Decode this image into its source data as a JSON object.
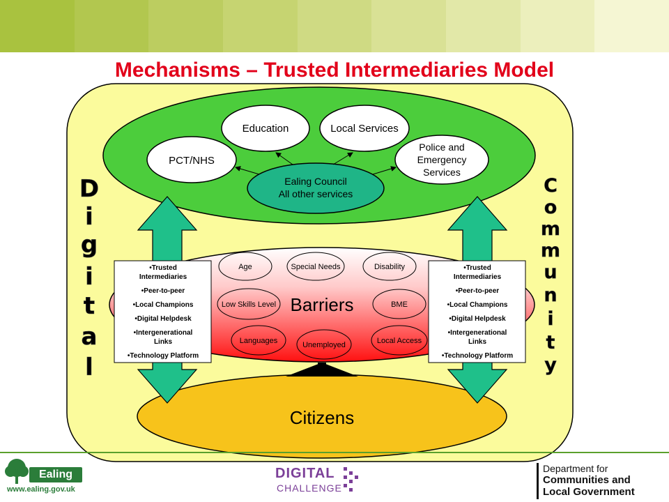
{
  "header": {
    "title": "Mechanisms – Trusted Intermediaries Model",
    "band_colors": [
      "#a9c23f",
      "#b2c74f",
      "#bccd60",
      "#c6d471",
      "#cfda83",
      "#d9e195",
      "#e2e8a8",
      "#ecefbc",
      "#f5f6d3"
    ]
  },
  "diagram": {
    "top_nodes": {
      "pct_nhs": "PCT/NHS",
      "education": "Education",
      "local_services": "Local Services",
      "police": [
        "Police and",
        "Emergency",
        "Services"
      ],
      "council": [
        "Ealing Council",
        "All other services"
      ]
    },
    "barriers": {
      "center_label": "Barriers",
      "items": {
        "age": "Age",
        "special_needs": "Special Needs",
        "disability": "Disability",
        "low_skills": "Low Skills Level",
        "bme": "BME",
        "languages": "Languages",
        "unemployed": "Unemployed",
        "local_access": "Local Access"
      }
    },
    "side_box_items": [
      "•Trusted Intermediaries",
      "•Peer-to-peer",
      "•Local Champions",
      "•Digital Helpdesk",
      "•Intergenerational Links",
      "•Technology Platform"
    ],
    "left_vertical_word": [
      "D",
      "i",
      "g",
      "i",
      "t",
      "a",
      "l"
    ],
    "right_vertical_word": [
      "C",
      "o",
      "m",
      "m",
      "u",
      "n",
      "i",
      "t",
      "y"
    ],
    "citizens": "Citizens"
  },
  "footer": {
    "ealing_name": "Ealing",
    "ealing_url": "www.ealing.gov.uk",
    "digital_challenge": [
      "DIGITAL",
      "CHALLENGE"
    ],
    "department": [
      "Department for",
      "Communities and",
      "Local Government"
    ]
  },
  "colors": {
    "title": "#e2001a",
    "outer_fill": "#fbfb9c",
    "top_ellipse": "#4ccd3c",
    "council": "#1fb587",
    "arrows": "#1fc08a",
    "citizens": "#f7c31b"
  }
}
